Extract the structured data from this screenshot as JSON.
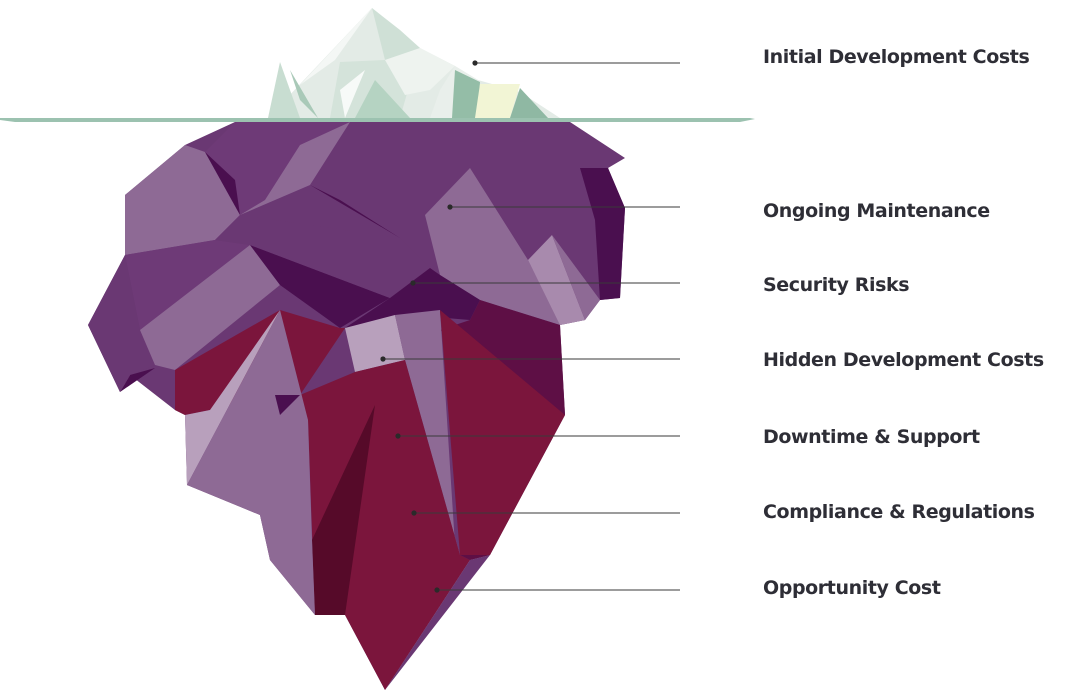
{
  "palette": {
    "ice_light": "#e3ebe6",
    "ice_mid": "#b8d4c4",
    "ice_dark": "#8fb8a3",
    "ice_highlight": "#f2f5d5",
    "waterline": "#9cc2b0",
    "purple_dark": "#4a0f4f",
    "purple_mid": "#6a3873",
    "purple_light": "#8e6a95",
    "purple_pale": "#b8a0bc",
    "maroon": "#7b153c",
    "maroon_dark": "#560a29",
    "label_text": "#2e2e36"
  },
  "layers": [
    {
      "label": "Initial Development Costs",
      "zone": "above-water"
    },
    {
      "label": "Ongoing Maintenance",
      "zone": "below-water"
    },
    {
      "label": "Security Risks",
      "zone": "below-water"
    },
    {
      "label": "Hidden Development Costs",
      "zone": "below-water"
    },
    {
      "label": "Downtime & Support",
      "zone": "below-water"
    },
    {
      "label": "Compliance & Regulations",
      "zone": "below-water"
    },
    {
      "label": "Opportunity Cost",
      "zone": "below-water"
    }
  ]
}
